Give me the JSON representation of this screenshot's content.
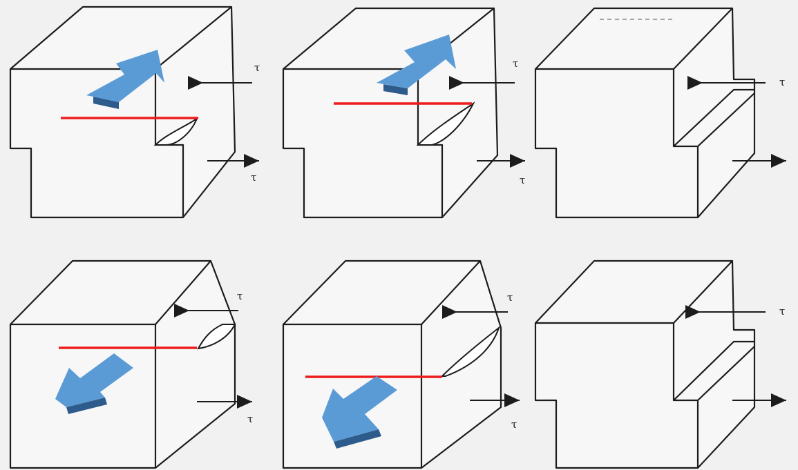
{
  "figure": {
    "panels": [
      {
        "id": "a",
        "row": 1,
        "stage": "crack-start",
        "sense": "outward",
        "tau_top": "τ",
        "tau_bottom": "τ"
      },
      {
        "id": "b",
        "row": 1,
        "stage": "crack-grown",
        "sense": "outward",
        "tau_top": "τ",
        "tau_bottom": "τ"
      },
      {
        "id": "c",
        "row": 1,
        "stage": "fully-slipped",
        "sense": "none",
        "tau_top": "τ",
        "tau_bottom": ""
      },
      {
        "id": "d",
        "row": 2,
        "stage": "crack-start",
        "sense": "inward",
        "tau_top": "τ",
        "tau_bottom": "τ"
      },
      {
        "id": "e",
        "row": 2,
        "stage": "crack-grown",
        "sense": "inward",
        "tau_top": "τ",
        "tau_bottom": "τ"
      },
      {
        "id": "f",
        "row": 2,
        "stage": "fully-slipped",
        "sense": "none",
        "tau_top": "τ",
        "tau_bottom": ""
      }
    ],
    "colors": {
      "line_art": "#1c1c1c",
      "marker_line": "#ee1c1c",
      "arrow_fill": "#5b9bd5",
      "arrow_shadow": "#2d5b8c",
      "background": "#f1f1f1"
    }
  }
}
